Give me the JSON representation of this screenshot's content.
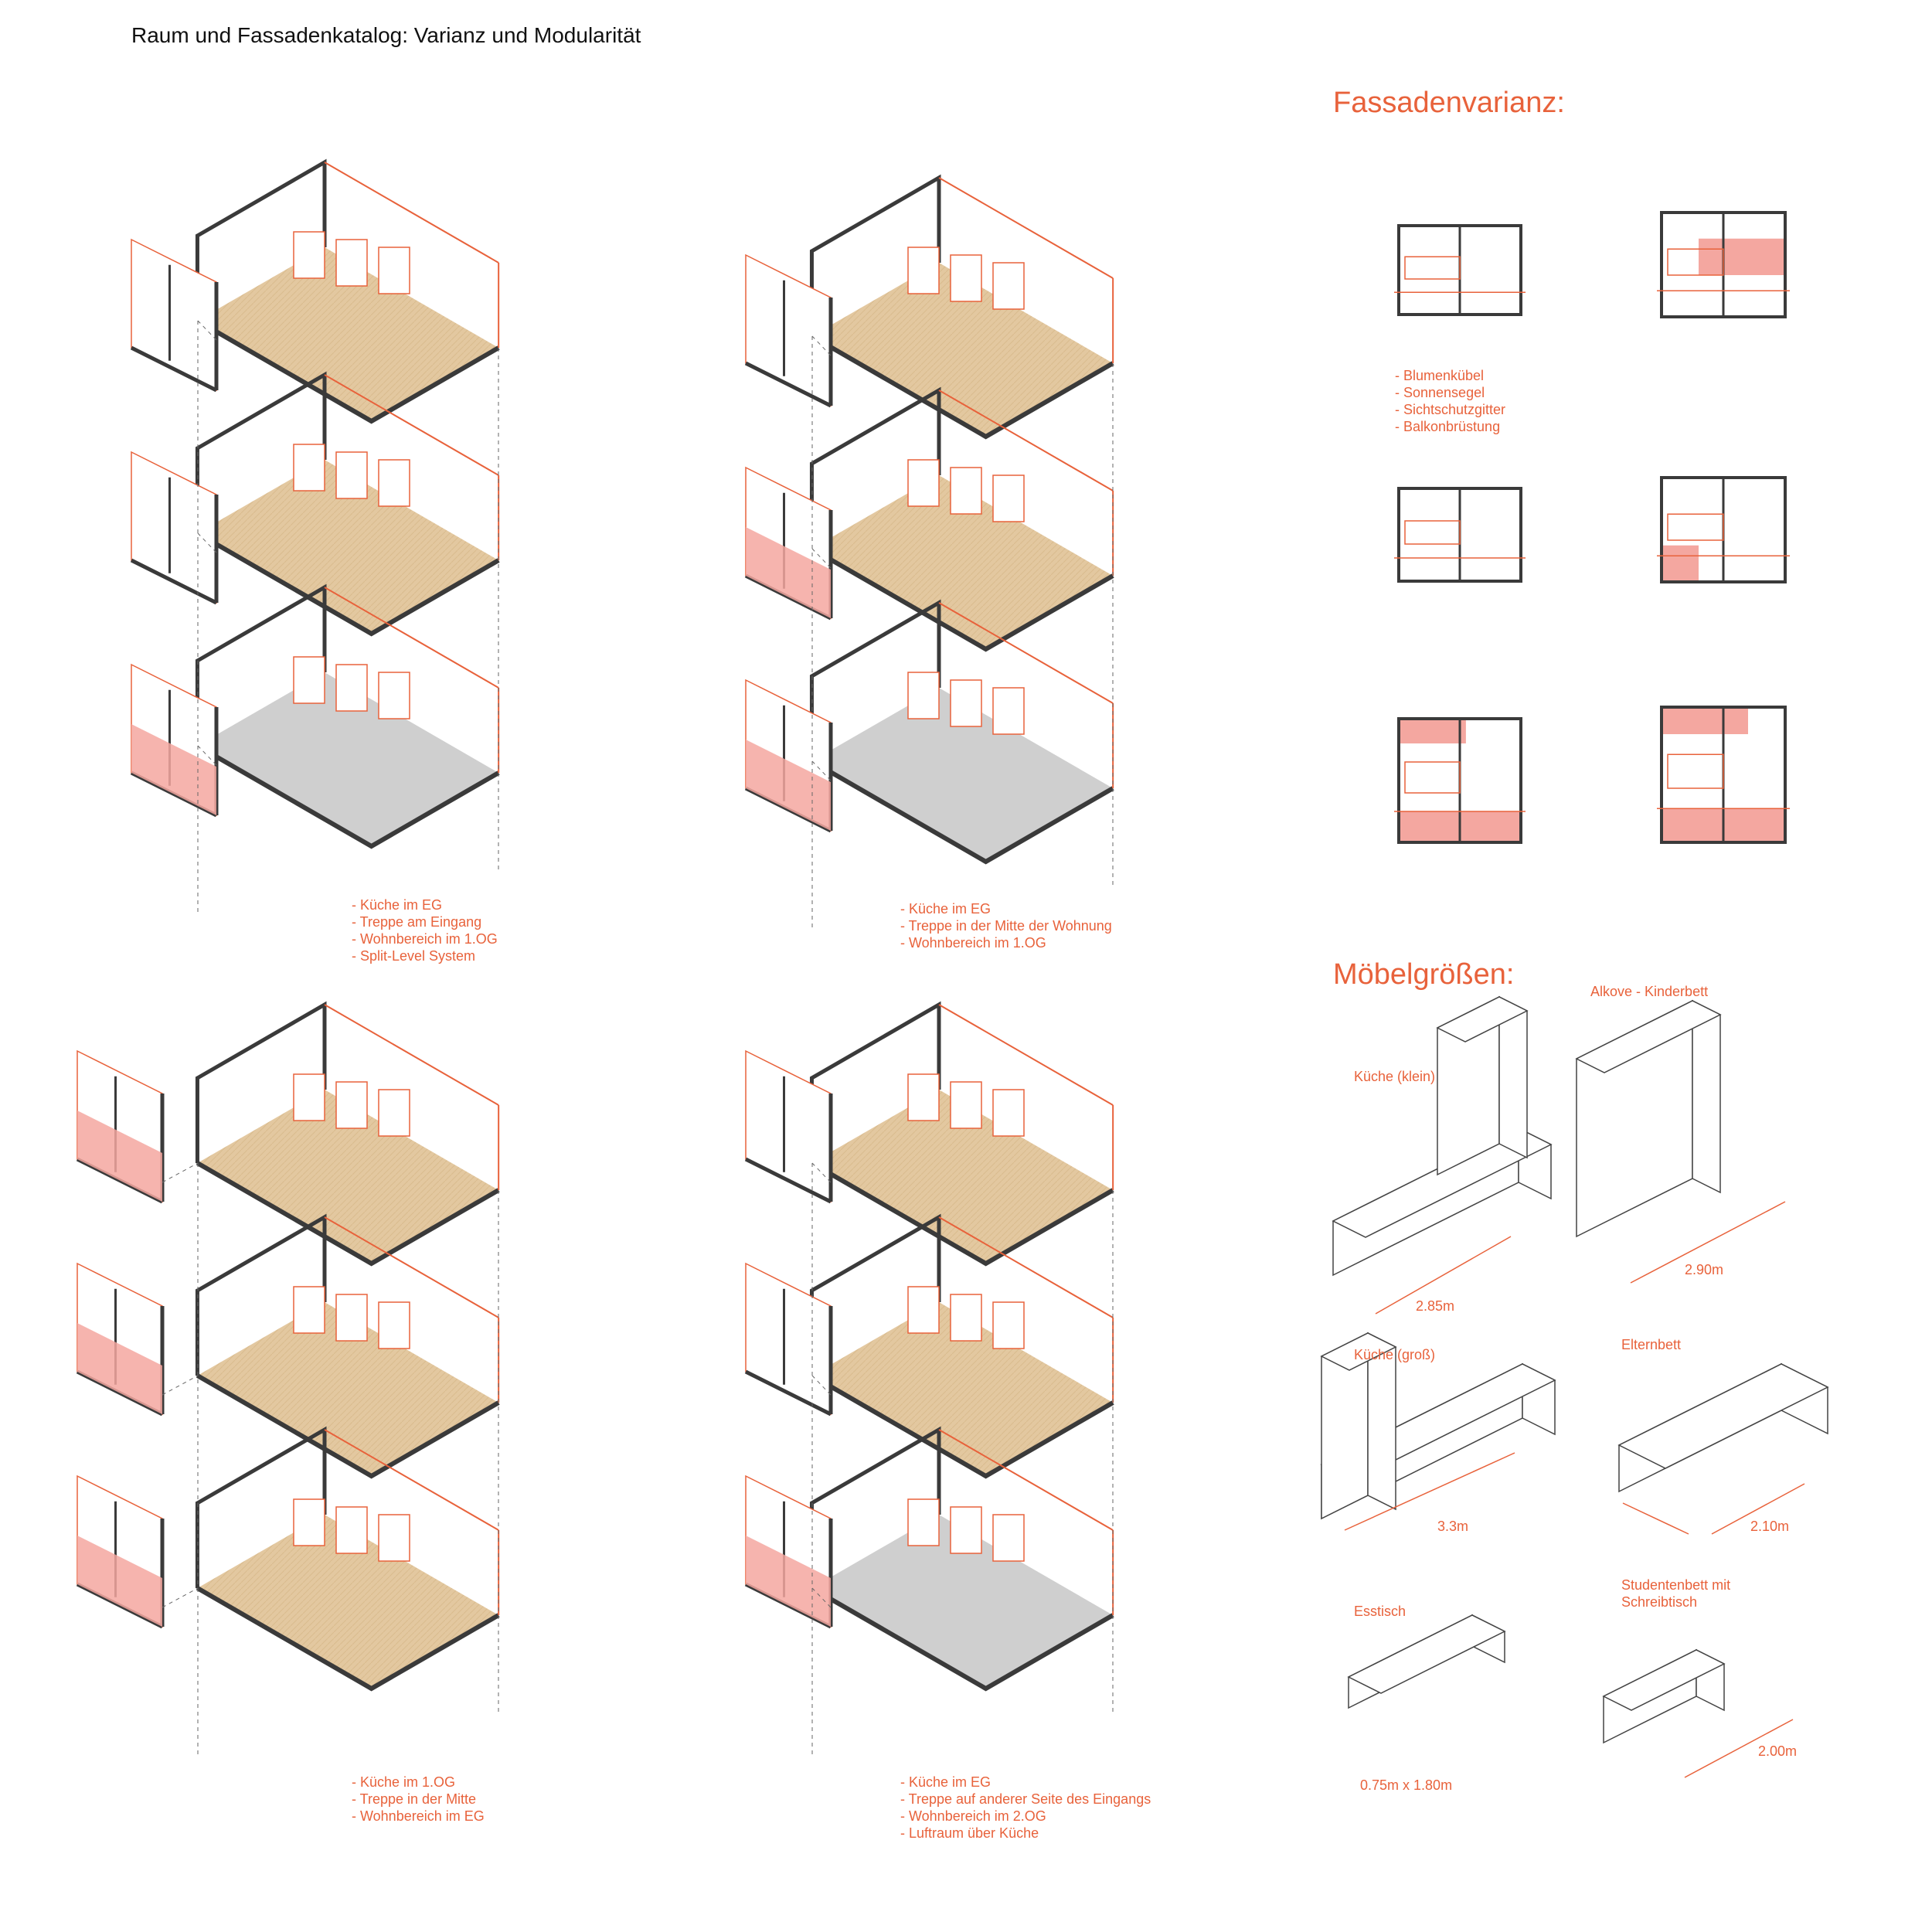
{
  "page": {
    "title": "Raum und Fassadenkatalog: Varianz und Modularität"
  },
  "fassade": {
    "heading": "Fassadenvarianz:",
    "notes": [
      "- Blumenkübel",
      "- Sonnensegel",
      "- Sichtschutzgitter",
      "- Balkonbrüstung"
    ]
  },
  "moebel": {
    "heading": "Möbelgrößen:",
    "items": {
      "kueche_klein": {
        "label": "Küche (klein)",
        "dim": "2.85m"
      },
      "alkove": {
        "label": "Alkove - Kinderbett",
        "dim": "2.90m"
      },
      "kueche_gross": {
        "label": "Küche (groß)",
        "dim": "3.3m"
      },
      "elternbett": {
        "label": "Elternbett",
        "dim": "2.10m"
      },
      "esstisch": {
        "label": "Esstisch",
        "dim": "0.75m x 1.80m"
      },
      "studentenbett": {
        "label_line1": "Studentenbett mit",
        "label_line2": "Schreibtisch",
        "dim": "2.00m"
      }
    }
  },
  "variants": [
    {
      "notes": [
        "- Küche im EG",
        "- Treppe am Eingang",
        "- Wohnbereich im 1.OG",
        "- Split-Level System"
      ]
    },
    {
      "notes": [
        "- Küche im EG",
        "- Treppe in der Mitte der Wohnung",
        "- Wohnbereich im 1.OG"
      ]
    },
    {
      "notes": [
        "- Küche im 1.OG",
        "- Treppe in der Mitte",
        "- Wohnbereich im EG"
      ]
    },
    {
      "notes": [
        "- Küche im EG",
        "- Treppe auf anderer Seite des Eingangs",
        "- Wohnbereich im 2.OG",
        "- Luftraum über Küche"
      ]
    }
  ],
  "colors": {
    "accent": "#e8623b",
    "accent_fill": "#f4a7a0",
    "wood": "#e3c8a0",
    "concrete": "#cfcfcf",
    "wall": "#3a3a3a"
  }
}
